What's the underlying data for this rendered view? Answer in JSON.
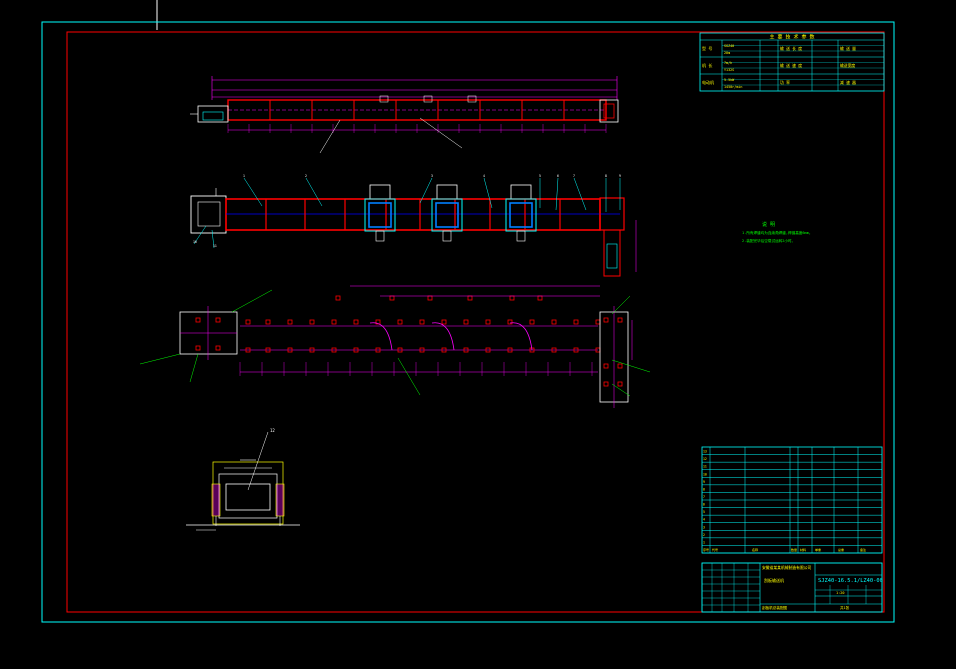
{
  "colors": {
    "background": "#000000",
    "frame_outer": "#00ffff",
    "frame_inner": "#ff0000",
    "dimension": "#ff00ff",
    "structure": "#ff0000",
    "callout": "#00ffff",
    "table": "#00ffff",
    "text": "#ffff00",
    "leader": "#ffffff",
    "centerline": "#0000ff",
    "note": "#00ff00"
  },
  "spec_table": {
    "title": "主 要 技 术 参 数",
    "rows": [
      [
        "型 号",
        "输 送 长 度",
        "输 送 量"
      ],
      [
        "机 长",
        "输 送 速 度",
        "输送宽度"
      ],
      [
        "电动机",
        "功 率",
        "减 速 器"
      ]
    ],
    "values": [
      "SGZ40",
      "20m",
      "7m/h",
      "Y132S",
      "5.5kW",
      "1450r/min"
    ]
  },
  "title_block": {
    "drawing_no": "SJZ40-16.5.1/LZ40-00",
    "org_line1": "安徽省某某机械制造有限公司",
    "org_line2": "刮板输送机",
    "drawing_name": "刮板机总装配图",
    "scale": "1:20",
    "sheet": "共1张"
  },
  "parts_list": {
    "items": [
      "13",
      "12",
      "11",
      "10",
      "9",
      "8",
      "7",
      "6",
      "5",
      "4",
      "3",
      "2",
      "1"
    ],
    "header": [
      "序号",
      "代号",
      "名称",
      "数量",
      "材料",
      "单重",
      "总重",
      "备注"
    ]
  },
  "notes": {
    "title": "说 明",
    "lines": [
      "1.所有焊缝均为连续角焊缝,焊缝高度6mm。",
      "2.装配完毕后空载试运转2小时。"
    ]
  },
  "callouts": {
    "plan_view": [
      "1",
      "2",
      "3",
      "4",
      "5",
      "6",
      "7",
      "8",
      "9",
      "10",
      "11"
    ],
    "end_view": "12"
  }
}
